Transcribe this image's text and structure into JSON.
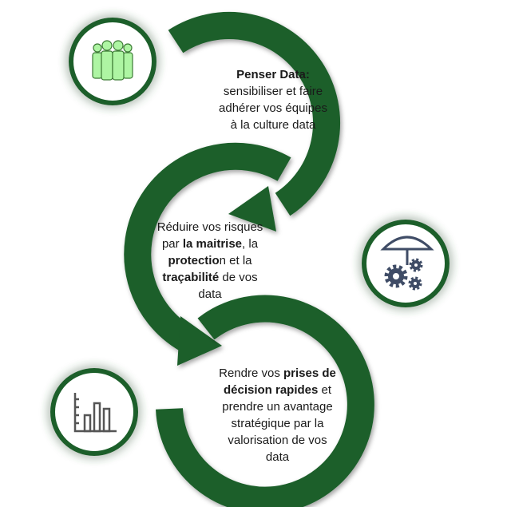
{
  "colors": {
    "arc": "#1b5e2a",
    "badge_ring": "#1b5e2a",
    "people_icon": "#aef5a3",
    "gear_umbrella_icon": "#3f4c66",
    "chart_icon": "#555555"
  },
  "steps": [
    {
      "icon": "people-icon",
      "title": "Penser Data:",
      "line1": "sensibiliser et faire",
      "line2": "adhérer vos équipes",
      "line3": "à la culture data"
    },
    {
      "icon": "umbrella-gears-icon",
      "pre1": "Réduire vos risques",
      "pre2": "par ",
      "bold1": "la maitrise",
      "mid1": ", la",
      "bold2": "protectio",
      "mid2": "n et la",
      "bold3": "traçabilité",
      "post": " de vos",
      "tail": "data"
    },
    {
      "icon": "bar-chart-icon",
      "pre1": "Rendre vos ",
      "bold1": "prises de",
      "bold2": "décision rapides",
      "mid": " et",
      "line3": "prendre un avantage",
      "line4": "stratégique par la",
      "line5": "valorisation de vos",
      "line6": "data"
    }
  ]
}
